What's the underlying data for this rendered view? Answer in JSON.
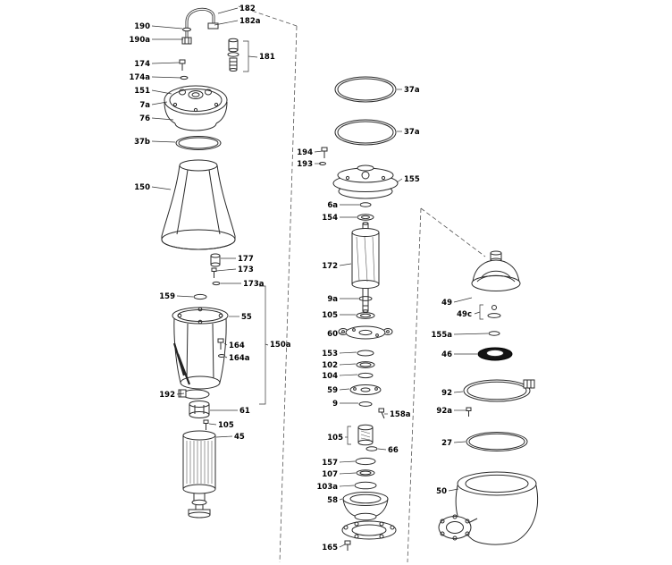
{
  "document": {
    "type": "exploded-view-parts-diagram",
    "subject": "submersible pump exploded spare-parts drawing",
    "background_color": "#ffffff",
    "line_color": "#2b2b2b",
    "seal_fill_color": "#141414"
  },
  "labels": {
    "left": [
      "190",
      "190a",
      "182",
      "182a",
      "174",
      "174a",
      "181",
      "151",
      "7a",
      "76",
      "37b",
      "150",
      "177",
      "173",
      "173a",
      "159",
      "55",
      "164",
      "164a",
      "150a",
      "192",
      "61",
      "105",
      "45"
    ],
    "middle": [
      "37a",
      "37a",
      "194",
      "193",
      "155",
      "6a",
      "154",
      "172",
      "9a",
      "105",
      "60",
      "153",
      "102",
      "104",
      "59",
      "9",
      "158a",
      "105",
      "66",
      "157",
      "107",
      "103a",
      "58",
      "165"
    ],
    "right": [
      "49",
      "49c",
      "155a",
      "46",
      "92",
      "92a",
      "27",
      "50"
    ]
  }
}
